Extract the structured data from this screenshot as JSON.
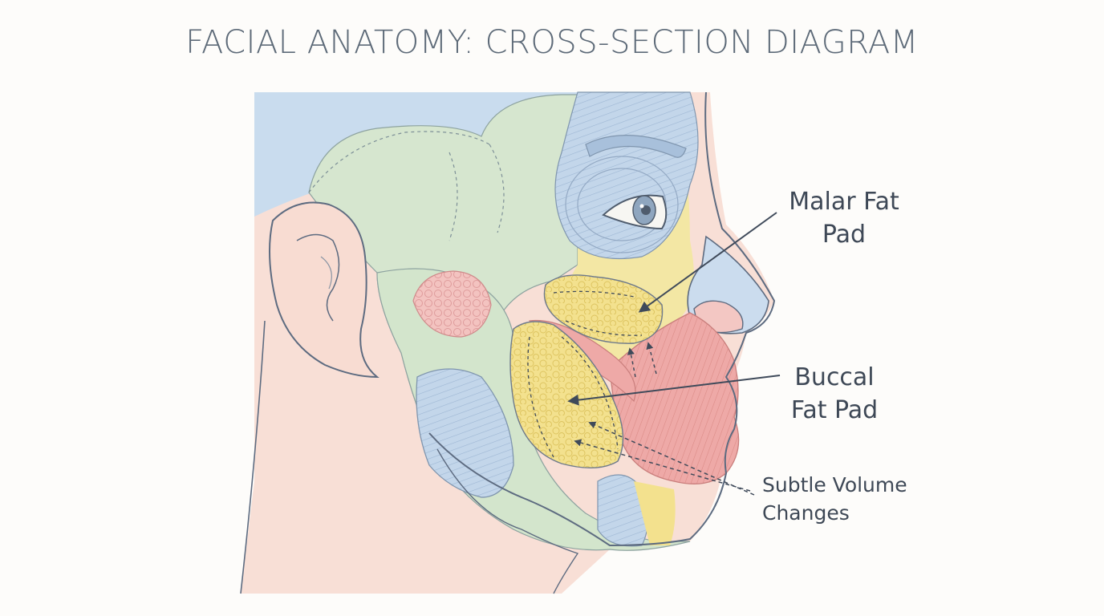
{
  "title": "FACIAL ANATOMY: CROSS-SECTION DIAGRAM",
  "labels": {
    "malar": {
      "line1": "Malar Fat",
      "line2": "Pad"
    },
    "buccal": {
      "line1": "Buccal",
      "line2": "Fat Pad"
    },
    "subtle": {
      "line1": "Subtle Volume",
      "line2": "Changes"
    }
  },
  "colors": {
    "skin": "#f8dfd6",
    "bone_green": "#d6e6cf",
    "muscle_blue": "#c3d6ea",
    "fat_yellow": "#f3e18e",
    "muscle_red": "#eea9a7",
    "outline": "#5d6b80"
  }
}
